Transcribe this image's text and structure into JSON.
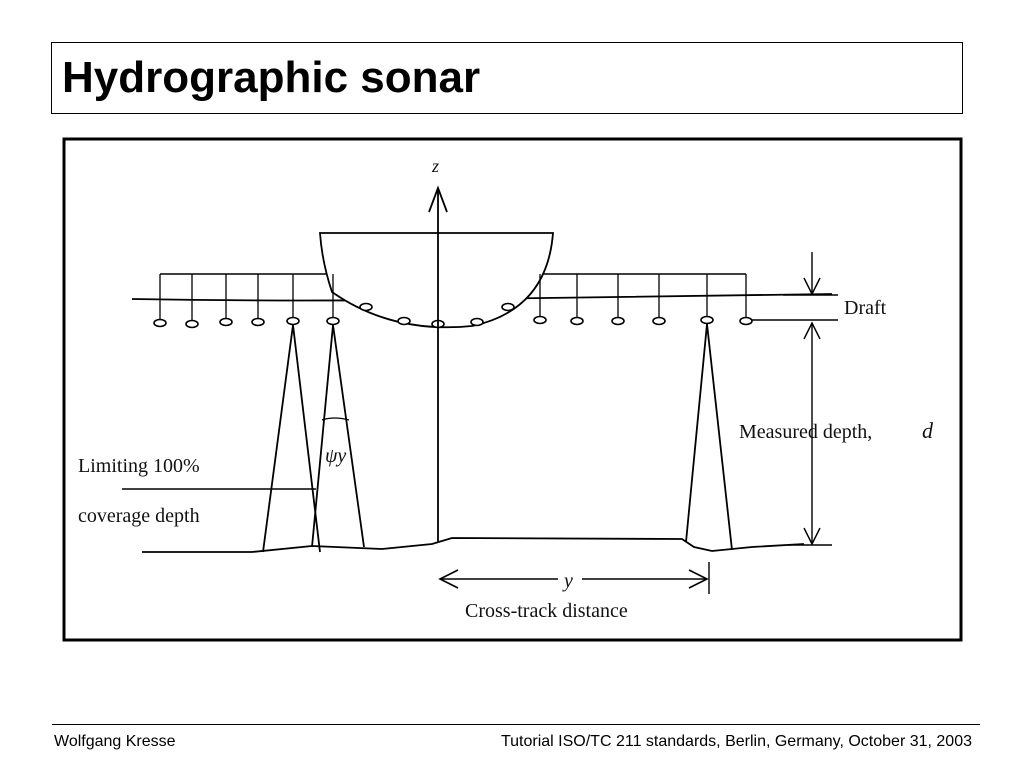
{
  "slide": {
    "title": "Hydrographic sonar"
  },
  "figure": {
    "labels": {
      "z_axis": "z",
      "draft": "Draft",
      "measured_depth": "Measured depth,",
      "depth_symbol": "d",
      "limiting_line1": "Limiting 100%",
      "limiting_line2": "coverage depth",
      "beam_angle": "ψy",
      "y_axis": "y",
      "cross_track": "Cross-track distance"
    }
  },
  "footer": {
    "author": "Wolfgang Kresse",
    "event": "Tutorial ISO/TC 211 standards, Berlin, Germany, October 31, 2003"
  }
}
